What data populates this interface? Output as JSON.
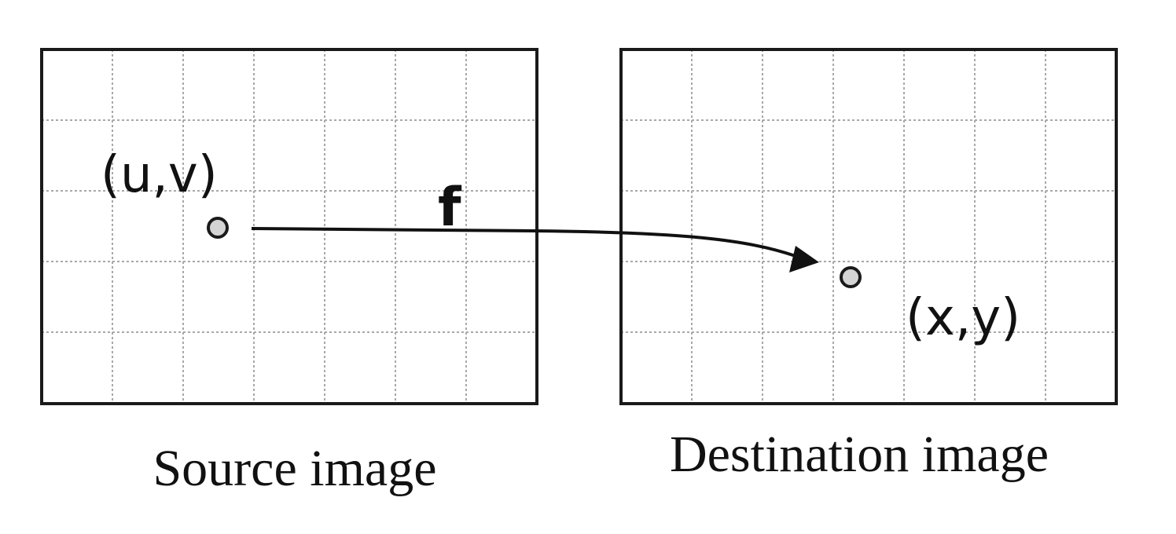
{
  "source": {
    "point_label": "(u,v)",
    "caption": "Source image"
  },
  "destination": {
    "point_label": "(x,y)",
    "caption": "Destination image"
  },
  "mapping": {
    "label": "f"
  },
  "colors": {
    "frame": "#1a1a1a",
    "grid": "#a8a8a8",
    "point_fill": "#d4d4d4",
    "text": "#111111"
  }
}
